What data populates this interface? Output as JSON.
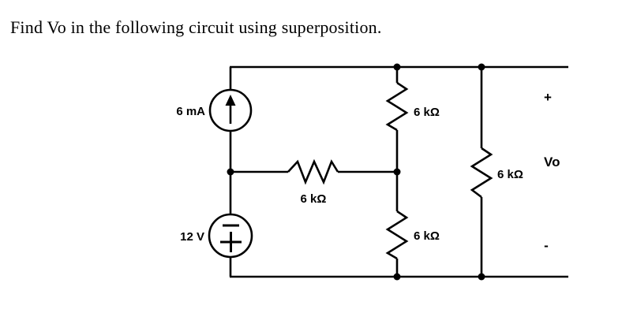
{
  "title": "Find Vo in the following circuit using superposition.",
  "colors": {
    "wire": "#000000",
    "background": "#ffffff"
  },
  "circuit": {
    "current_source": {
      "value": "6 mA",
      "icon": "arrow-up-icon",
      "type": "independent-current-source"
    },
    "voltage_source": {
      "value": "12 V",
      "top_icon": "minus-icon",
      "bottom_icon": "plus-icon",
      "type": "independent-voltage-source"
    },
    "resistors": [
      {
        "id": "top-middle",
        "value": "6 kΩ"
      },
      {
        "id": "middle-horizontal",
        "value": "6 kΩ"
      },
      {
        "id": "bottom-middle",
        "value": "6 kΩ"
      },
      {
        "id": "right",
        "value": "6 kΩ"
      }
    ],
    "output": {
      "plus": "+",
      "label": "Vo",
      "minus": "-"
    }
  }
}
